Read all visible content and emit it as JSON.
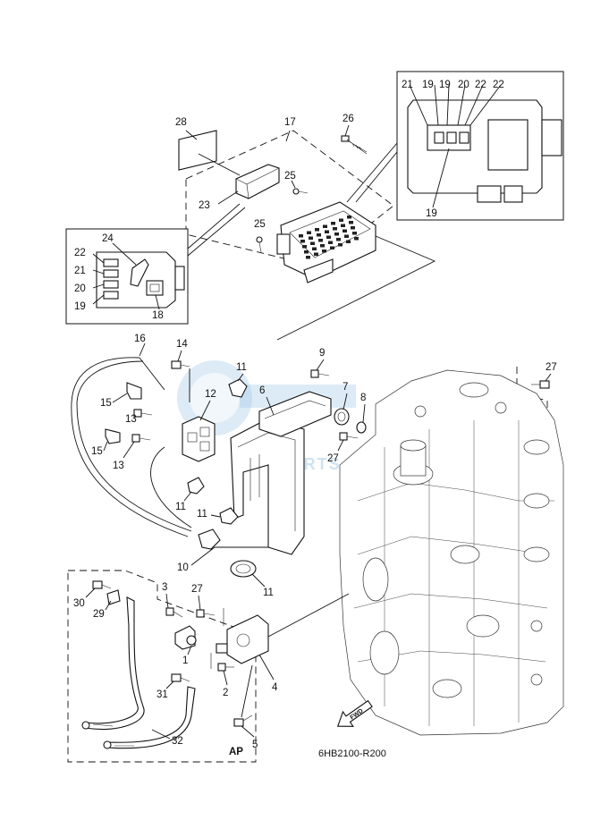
{
  "diagram": {
    "callouts": {
      "c1": "1",
      "c2": "2",
      "c3": "3",
      "c4": "4",
      "c5": "5",
      "c6": "6",
      "c7": "7",
      "c8": "8",
      "c9": "9",
      "c10": "10",
      "c11a": "11",
      "c11b": "11",
      "c11c": "11",
      "c11d": "11",
      "c12": "12",
      "c13a": "13",
      "c13b": "13",
      "c14": "14",
      "c15a": "15",
      "c15b": "15",
      "c16": "16",
      "c17": "17",
      "c18": "18",
      "c19a": "19",
      "c19b": "19",
      "c19c": "19",
      "c20a": "20",
      "c20b": "20",
      "c21a": "21",
      "c21b": "21",
      "c22a": "22",
      "c22b": "22",
      "c22c": "22",
      "c23": "23",
      "c24": "24",
      "c25a": "25",
      "c25b": "25",
      "c26": "26",
      "c27a": "27",
      "c27b": "27",
      "c27c": "27",
      "c28": "28",
      "c29": "29",
      "c30": "30",
      "c31": "31",
      "c32": "32"
    },
    "ap_label": "AP",
    "fwd_label": "FWD",
    "drawing_code": "6HB2100-R200",
    "watermark_text": "PARTS"
  }
}
